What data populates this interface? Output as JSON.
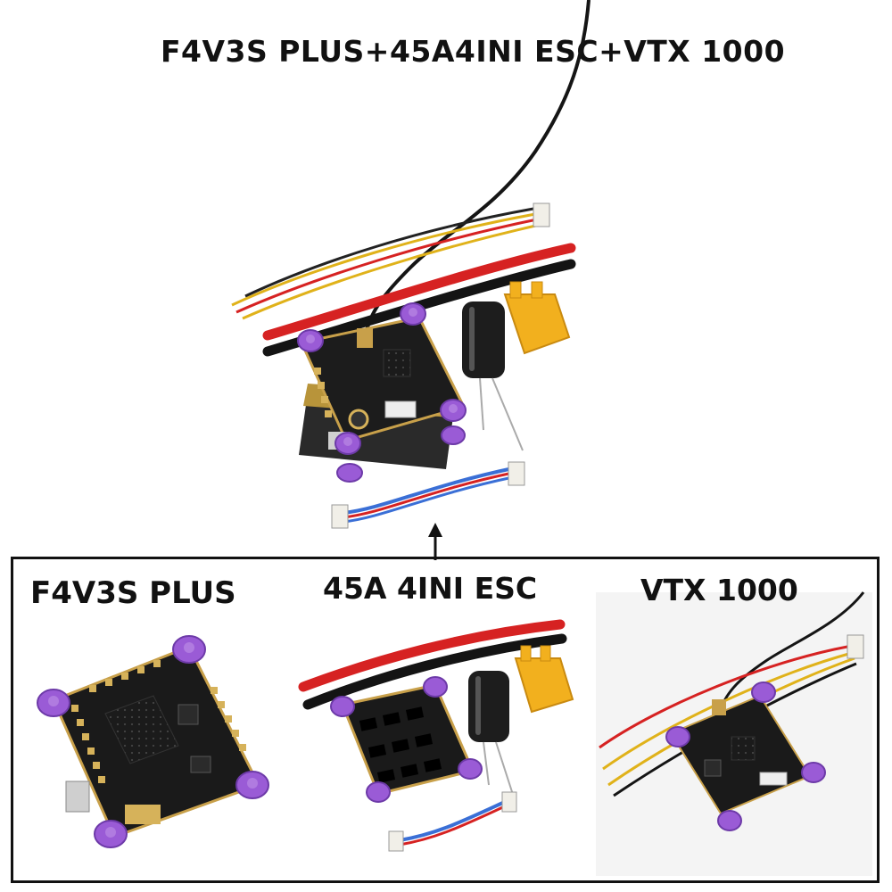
{
  "header": {
    "title": "F4V3S PLUS+45A4INI ESC+VTX 1000"
  },
  "panels": [
    {
      "label": "F4V3S PLUS"
    },
    {
      "label": "45A 4INI ESC"
    },
    {
      "label": "VTX 1000"
    }
  ],
  "colors": {
    "pcb": "#1b1b1b",
    "standoff": "#9a5bd6",
    "gold": "#d6b25a",
    "wire_red": "#d62222",
    "wire_black": "#141414",
    "xt60": "#f2b01e"
  }
}
